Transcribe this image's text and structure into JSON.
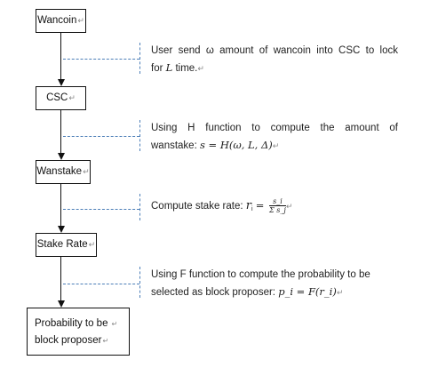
{
  "nodes": [
    {
      "id": "wancoin",
      "label": "Wancoin"
    },
    {
      "id": "csc",
      "label": "CSC"
    },
    {
      "id": "wanstake",
      "label": "Wanstake"
    },
    {
      "id": "stake_rate",
      "label": "Stake Rate"
    },
    {
      "id": "probability",
      "label_line1": "Probability to be",
      "label_line2": "block proposer"
    }
  ],
  "notes": [
    {
      "line1": "User send  ω  amount of wancoin into CSC to lock",
      "line2_prefix": "for ",
      "line2_var": "L",
      "line2_suffix": " time."
    },
    {
      "line1": "Using  H  function  to  compute  the  amount  of",
      "line2_prefix": "wanstake: ",
      "line2_formula": "s = H(ω, L, Δ)"
    },
    {
      "prefix": "Compute stake rate: ",
      "lhs": "r",
      "lhs_sub": "i",
      "numerator": "s_i",
      "denominator": "Σ s_j"
    },
    {
      "line1": "Using F function to compute the probability to be",
      "line2_prefix": "selected as block proposer: ",
      "line2_formula": "p_i = F(r_i)"
    }
  ],
  "return_mark": "↵",
  "colors": {
    "connector": "#4d7fb8",
    "border": "#111111"
  }
}
